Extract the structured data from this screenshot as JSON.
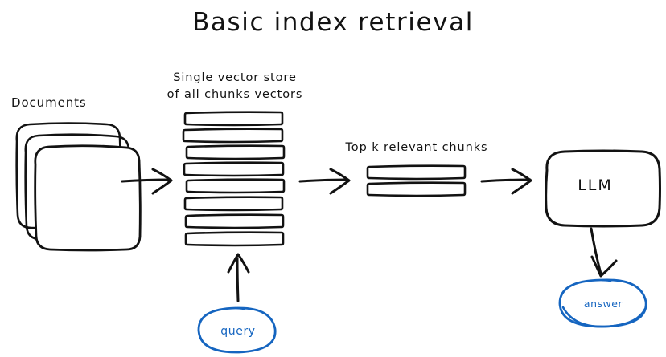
{
  "diagram": {
    "title": "Basic index retrieval",
    "background_color": "#ffffff",
    "ink_color": "#121212",
    "accent_color": "#1565c0",
    "labels": {
      "documents": "Documents",
      "vector_store_line1": "Single vector store",
      "vector_store_line2": "of all chunks vectors",
      "top_k": "Top k relevant chunks",
      "llm": "LLM",
      "query": "query",
      "answer": "answer"
    },
    "counts": {
      "documents_sheets": 3,
      "vector_store_chunks": 8,
      "retrieved_chunks": 2
    },
    "arrows": [
      {
        "name": "documents-to-vector-store",
        "direction": "right"
      },
      {
        "name": "vector-store-to-chunks",
        "direction": "right"
      },
      {
        "name": "chunks-to-llm",
        "direction": "right"
      },
      {
        "name": "query-to-vector-store",
        "direction": "up"
      },
      {
        "name": "llm-to-answer",
        "direction": "down"
      }
    ]
  }
}
